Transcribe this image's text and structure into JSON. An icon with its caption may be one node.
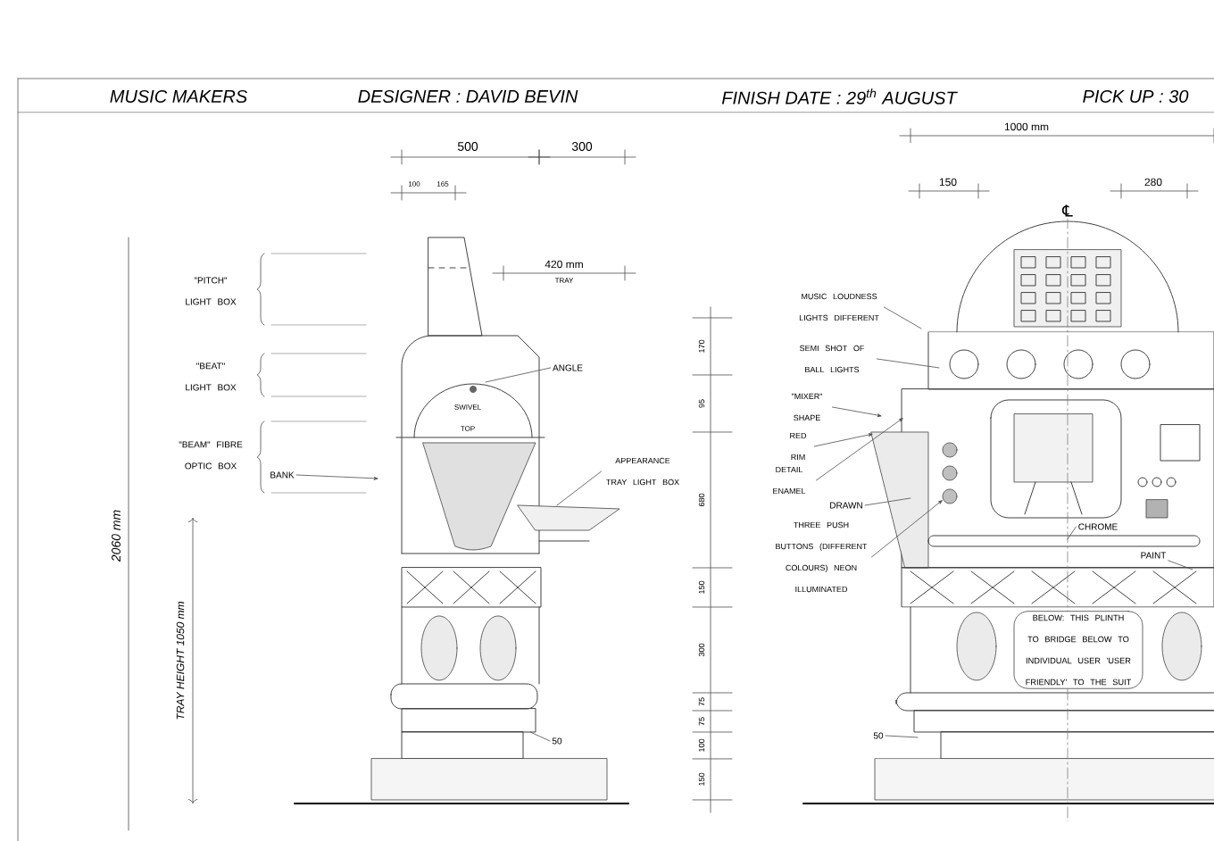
{
  "diagram": {
    "nodes": [
      {
        "text": [
          "BANK"
        ]
      },
      {
        "text": [
          "ANGLE"
        ]
      },
      {
        "text": [
          "APPEARANCE TRAY LIGHT BOX"
        ]
      },
      {
        "text": [
          "50"
        ]
      },
      {
        "text": [
          "MUSIC LOUDNESS LIGHTS DIFFERENT"
        ]
      },
      {
        "text": [
          "SEMI SHOT OF BALL LIGHTS"
        ]
      },
      {
        "text": [
          "\"MIXER\" SHAPE"
        ]
      },
      {
        "text": [
          "RED RIM"
        ]
      },
      {
        "text": [
          "DETAIL ENAMEL"
        ]
      },
      {
        "text": [
          "DRAWN"
        ]
      },
      {
        "text": [
          "THREE PUSH BUTTONS (DIFFERENT COLOURS) NEON ILLUMINATED"
        ]
      },
      {
        "text": [
          "CHROME"
        ]
      },
      {
        "text": [
          "PAINT"
        ]
      },
      {
        "text": [
          "50"
        ]
      },
      {
        "text": [
          "BELOW: THIS PLINTH TO BRIDGE BELOW TO INDIVIDUAL USER 'USER FRIENDLY' TO THE SUIT"
        ]
      }
    ],
    "edges": [
      {
        "from": 0,
        "to": null,
        "arrow": "to"
      },
      {
        "from": 1,
        "to": null,
        "arrow": "none"
      },
      {
        "from": 2,
        "to": null,
        "arrow": "none"
      },
      {
        "from": 3,
        "to": null,
        "arrow": "none"
      },
      {
        "from": 4,
        "to": null,
        "arrow": "none"
      },
      {
        "from": 5,
        "to": null,
        "arrow": "none"
      },
      {
        "from": 6,
        "to": null,
        "arrow": "to"
      },
      {
        "from": 7,
        "to": null,
        "arrow": "to"
      },
      {
        "from": 8,
        "to": null,
        "arrow": "to"
      },
      {
        "from": 9,
        "to": null,
        "arrow": "none"
      },
      {
        "from": 10,
        "to": null,
        "arrow": "to"
      },
      {
        "from": 11,
        "to": null,
        "arrow": "none"
      },
      {
        "from": 12,
        "to": null,
        "arrow": "none"
      },
      {
        "from": 13,
        "to": null,
        "arrow": "none"
      }
    ],
    "labels": [
      "MUSIC MAKERS",
      "DESIGNER : DAVID BEVIN",
      "FINISH DATE : 29$^{th}$ AUGUST",
      "PICK UP : 30",
      "500",
      "300",
      "100",
      "165",
      "420 mm",
      "TRAY",
      "2060 mm",
      "TRAY HEIGHT 1050 mm",
      "\"PITCH\" LIGHT BOX",
      "\"BEAT\" LIGHT BOX",
      "\"BEAM\" FIBRE OPTIC BOX",
      "SWIVEL TOP",
      "1000 mm",
      "℄",
      "150",
      "280",
      "170",
      "95",
      "680",
      "150",
      "300",
      "75",
      "75",
      "100",
      "150"
    ]
  }
}
